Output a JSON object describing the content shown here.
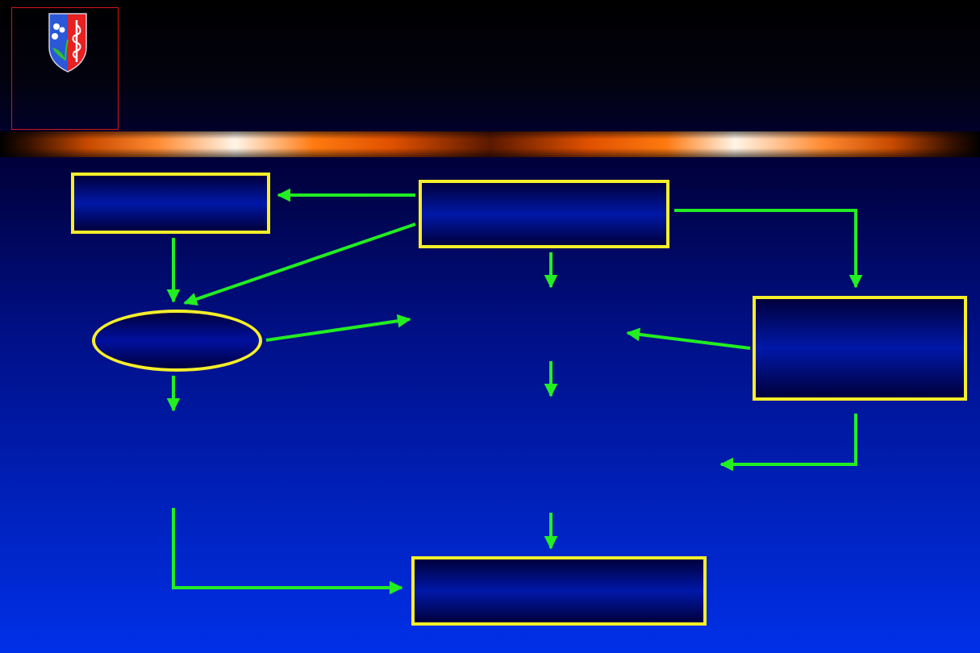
{
  "colors": {
    "node_border": "#f5ee2a",
    "arrow": "#22ee22",
    "logo_frame": "#d01818"
  },
  "logo": {
    "icon": "coat-of-arms-icon"
  },
  "diagram": {
    "nodes": [
      {
        "id": "box-top-left",
        "shape": "rect",
        "text": ""
      },
      {
        "id": "box-top-center",
        "shape": "rect",
        "text": ""
      },
      {
        "id": "ellipse-left",
        "shape": "ellipse",
        "text": ""
      },
      {
        "id": "box-right",
        "shape": "rect",
        "text": ""
      },
      {
        "id": "box-bottom-center",
        "shape": "rect",
        "text": ""
      }
    ],
    "free_labels": [
      {
        "id": "center-middle",
        "text": ""
      },
      {
        "id": "center-lower",
        "text": ""
      },
      {
        "id": "left-lower",
        "text": ""
      },
      {
        "id": "right-lower",
        "text": ""
      }
    ]
  }
}
